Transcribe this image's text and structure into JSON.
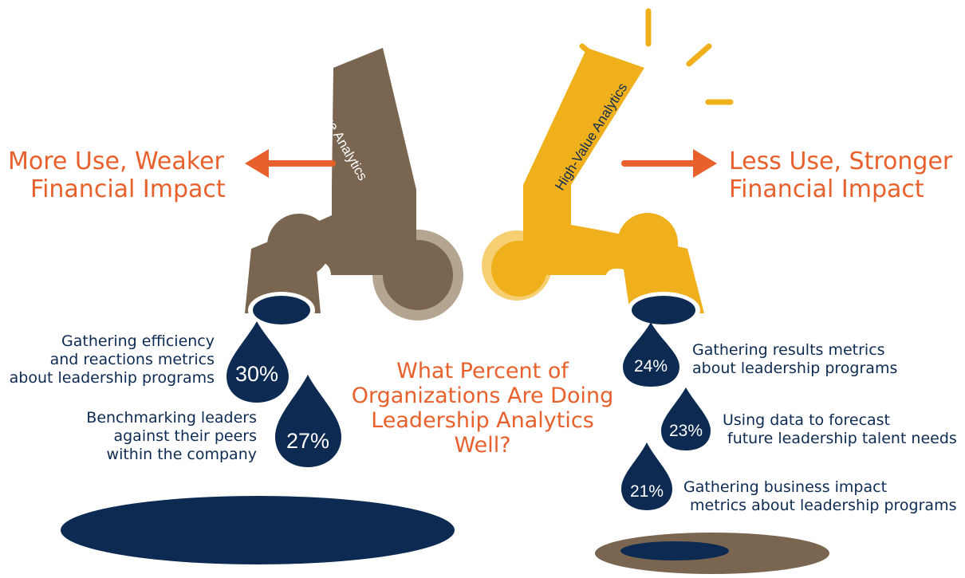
{
  "left": {
    "faucet_label": "Low-Value Analytics",
    "heading": [
      "More Use, Weaker",
      "Financial Impact"
    ],
    "drops": [
      {
        "percent": "30%",
        "value": 30,
        "label": [
          "Gathering efficiency",
          "and reactions metrics",
          "about leadership programs"
        ]
      },
      {
        "percent": "27%",
        "value": 27,
        "label": [
          "Benchmarking leaders",
          "against their peers",
          "within the company"
        ]
      }
    ]
  },
  "right": {
    "faucet_label": "High-Value Analytics",
    "heading": [
      "Less Use, Stronger",
      "Financial Impact"
    ],
    "drops": [
      {
        "percent": "24%",
        "value": 24,
        "label": [
          "Gathering results metrics",
          "about leadership programs"
        ]
      },
      {
        "percent": "23%",
        "value": 23,
        "label": [
          "Using data to forecast",
          "future leadership talent needs"
        ]
      },
      {
        "percent": "21%",
        "value": 21,
        "label": [
          "Gathering business impact",
          "metrics about leadership programs"
        ]
      }
    ]
  },
  "center_question": [
    "What Percent of",
    "Organizations Are Doing",
    "Leadership Analytics",
    "Well?"
  ],
  "colors": {
    "low_value": "#7a6650",
    "low_value_light": "#b3a58f",
    "high_value": "#f0b01c",
    "high_value_light": "#f5cf72",
    "drop": "#0d2b52",
    "accent": "#e8602c"
  }
}
